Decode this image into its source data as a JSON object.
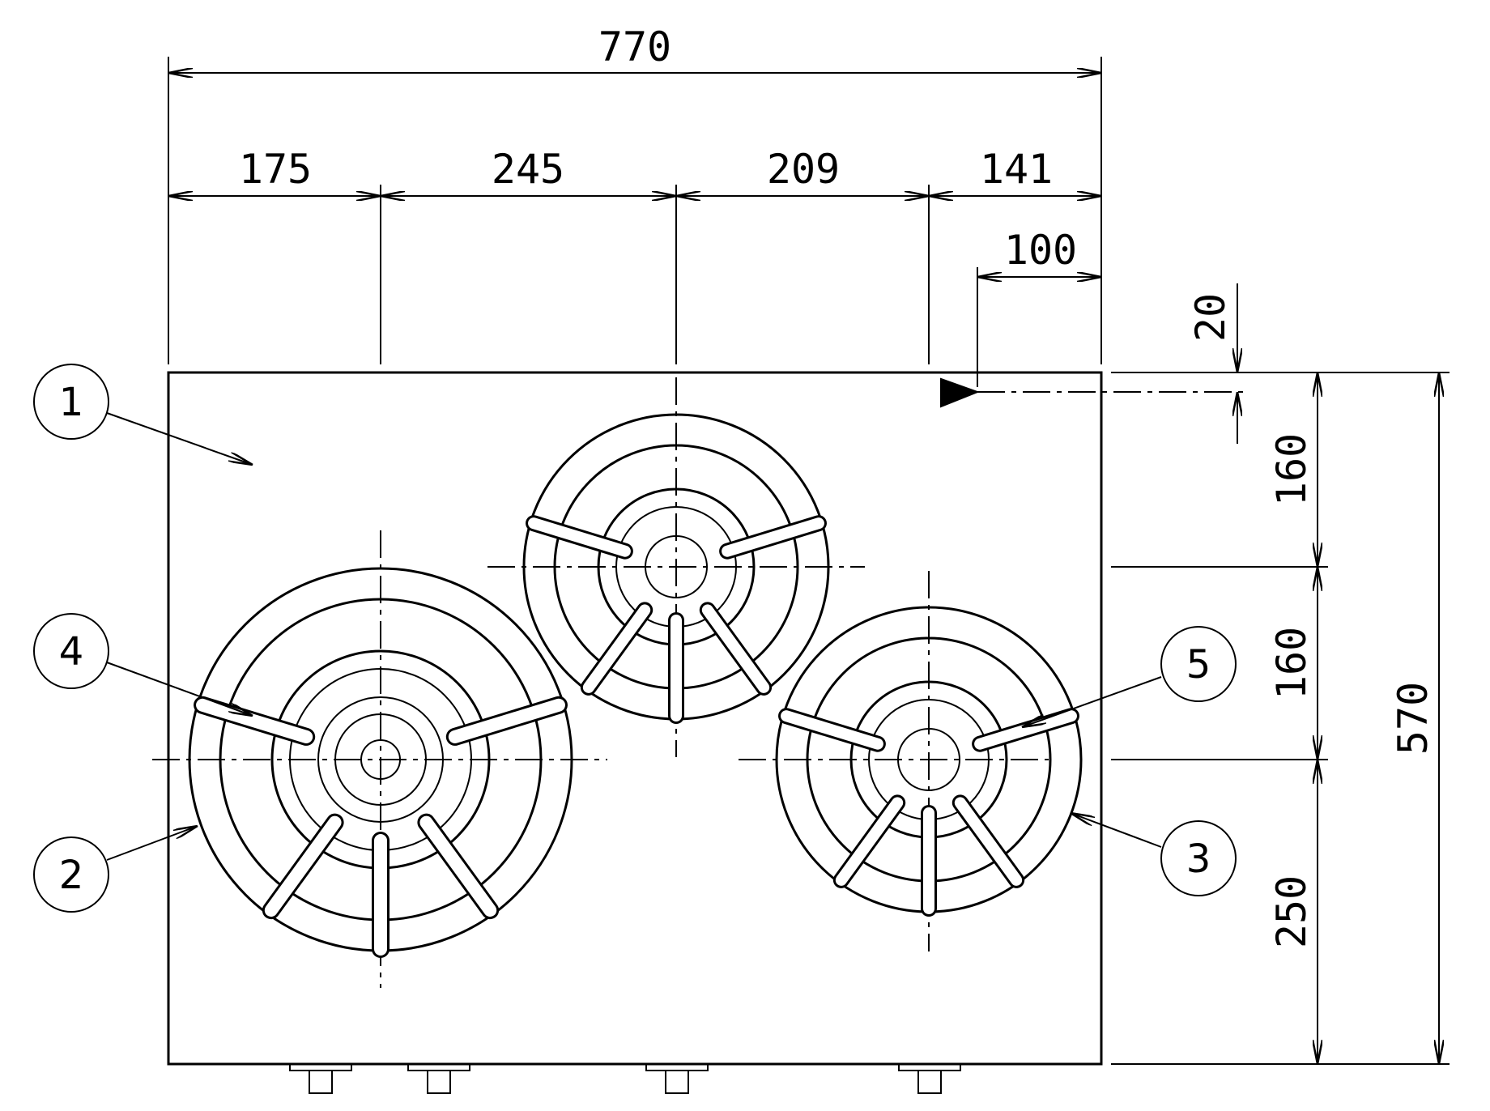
{
  "dimensions": {
    "overall_width": "770",
    "seg_1": "175",
    "seg_2": "245",
    "seg_3": "209",
    "seg_4": "141",
    "inlet_offset_x": "100",
    "inlet_offset_y": "20",
    "right_1": "160",
    "right_2": "160",
    "right_3": "250",
    "overall_depth": "570"
  },
  "callouts": {
    "c1": "1",
    "c2": "2",
    "c3": "3",
    "c4": "4",
    "c5": "5"
  }
}
